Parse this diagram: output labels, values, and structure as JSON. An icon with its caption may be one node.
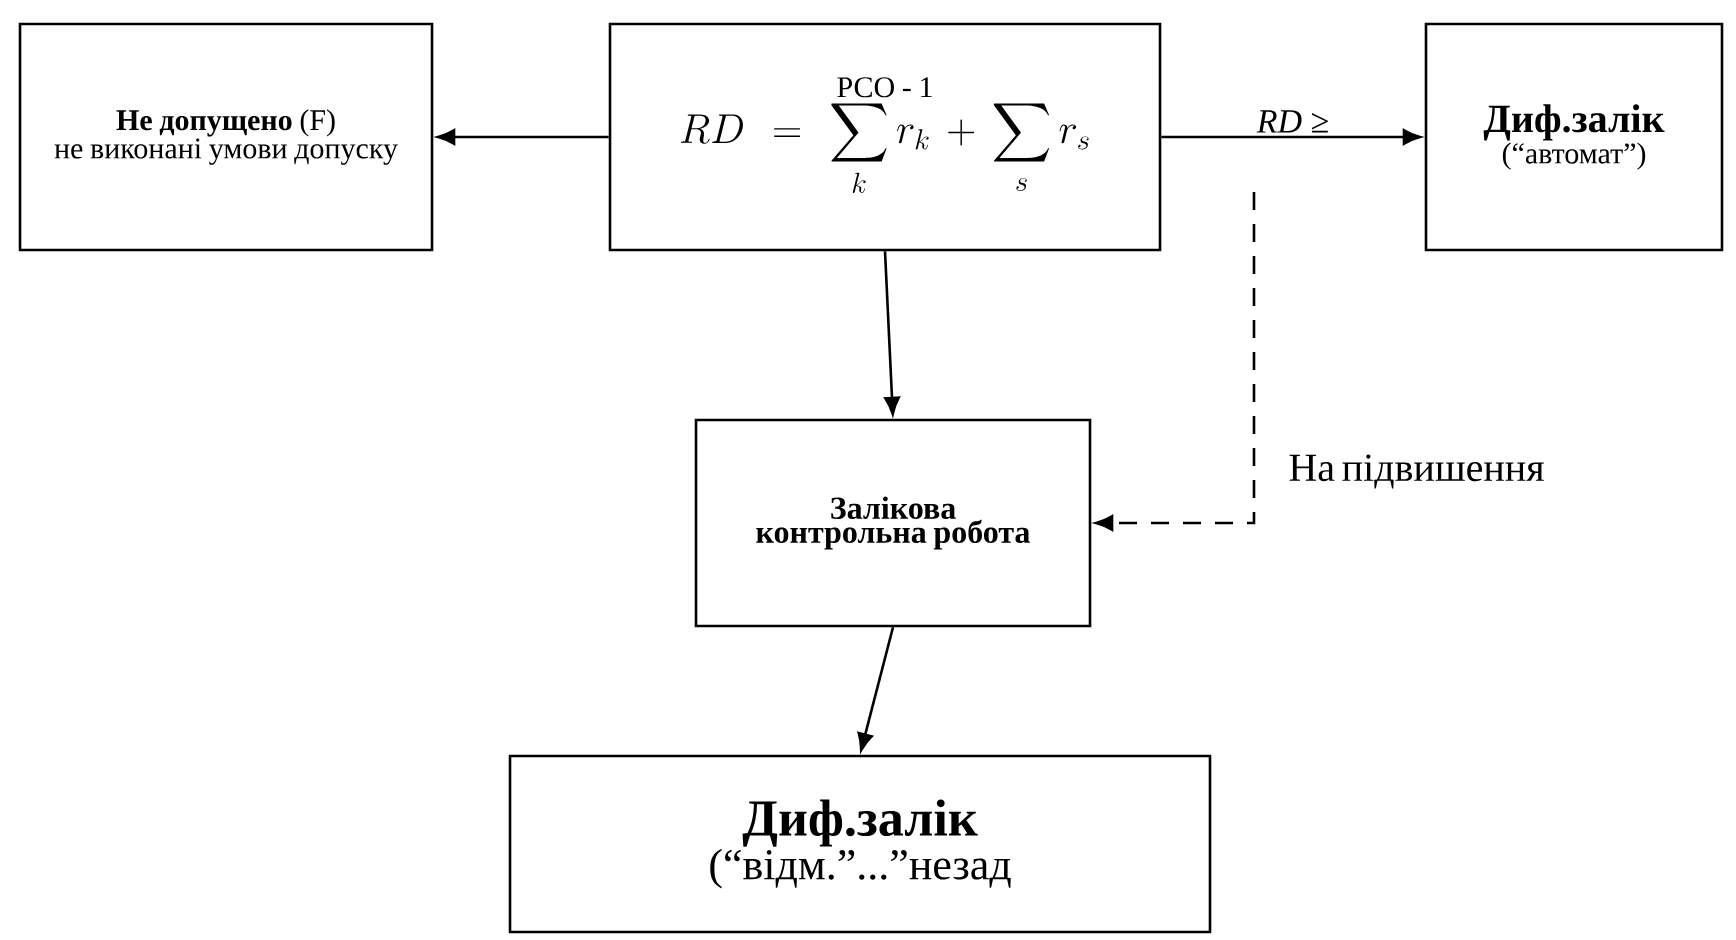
{
  "diagram": {
    "nodes": [
      {
        "text": [
          "**Не допущено** (F)",
          "не виконані умови допуску"
        ]
      },
      {
        "text": [
          "РСО - 1",
          "RD = \\sum_k r_k + \\sum_s r_s"
        ]
      },
      {
        "text": [
          "Диф.залік",
          "(“автомат”)"
        ]
      },
      {
        "text": [
          "Залікова контрольна робота"
        ]
      },
      {
        "text": [
          "Диф.залік",
          "(“відм.”...”незад"
        ]
      }
    ],
    "edges": [
      {
        "from": 1,
        "to": 0,
        "arrow": "to"
      },
      {
        "from": 1,
        "to": 2,
        "arrow": "to",
        "label": "*RD* ≥"
      },
      {
        "from": 1,
        "to": 3,
        "arrow": "to"
      },
      {
        "from": 3,
        "to": 4,
        "arrow": "to"
      },
      {
        "from": null,
        "to": 3,
        "arrow": "to",
        "style": "dashed",
        "label": "На підвишення"
      }
    ]
  }
}
